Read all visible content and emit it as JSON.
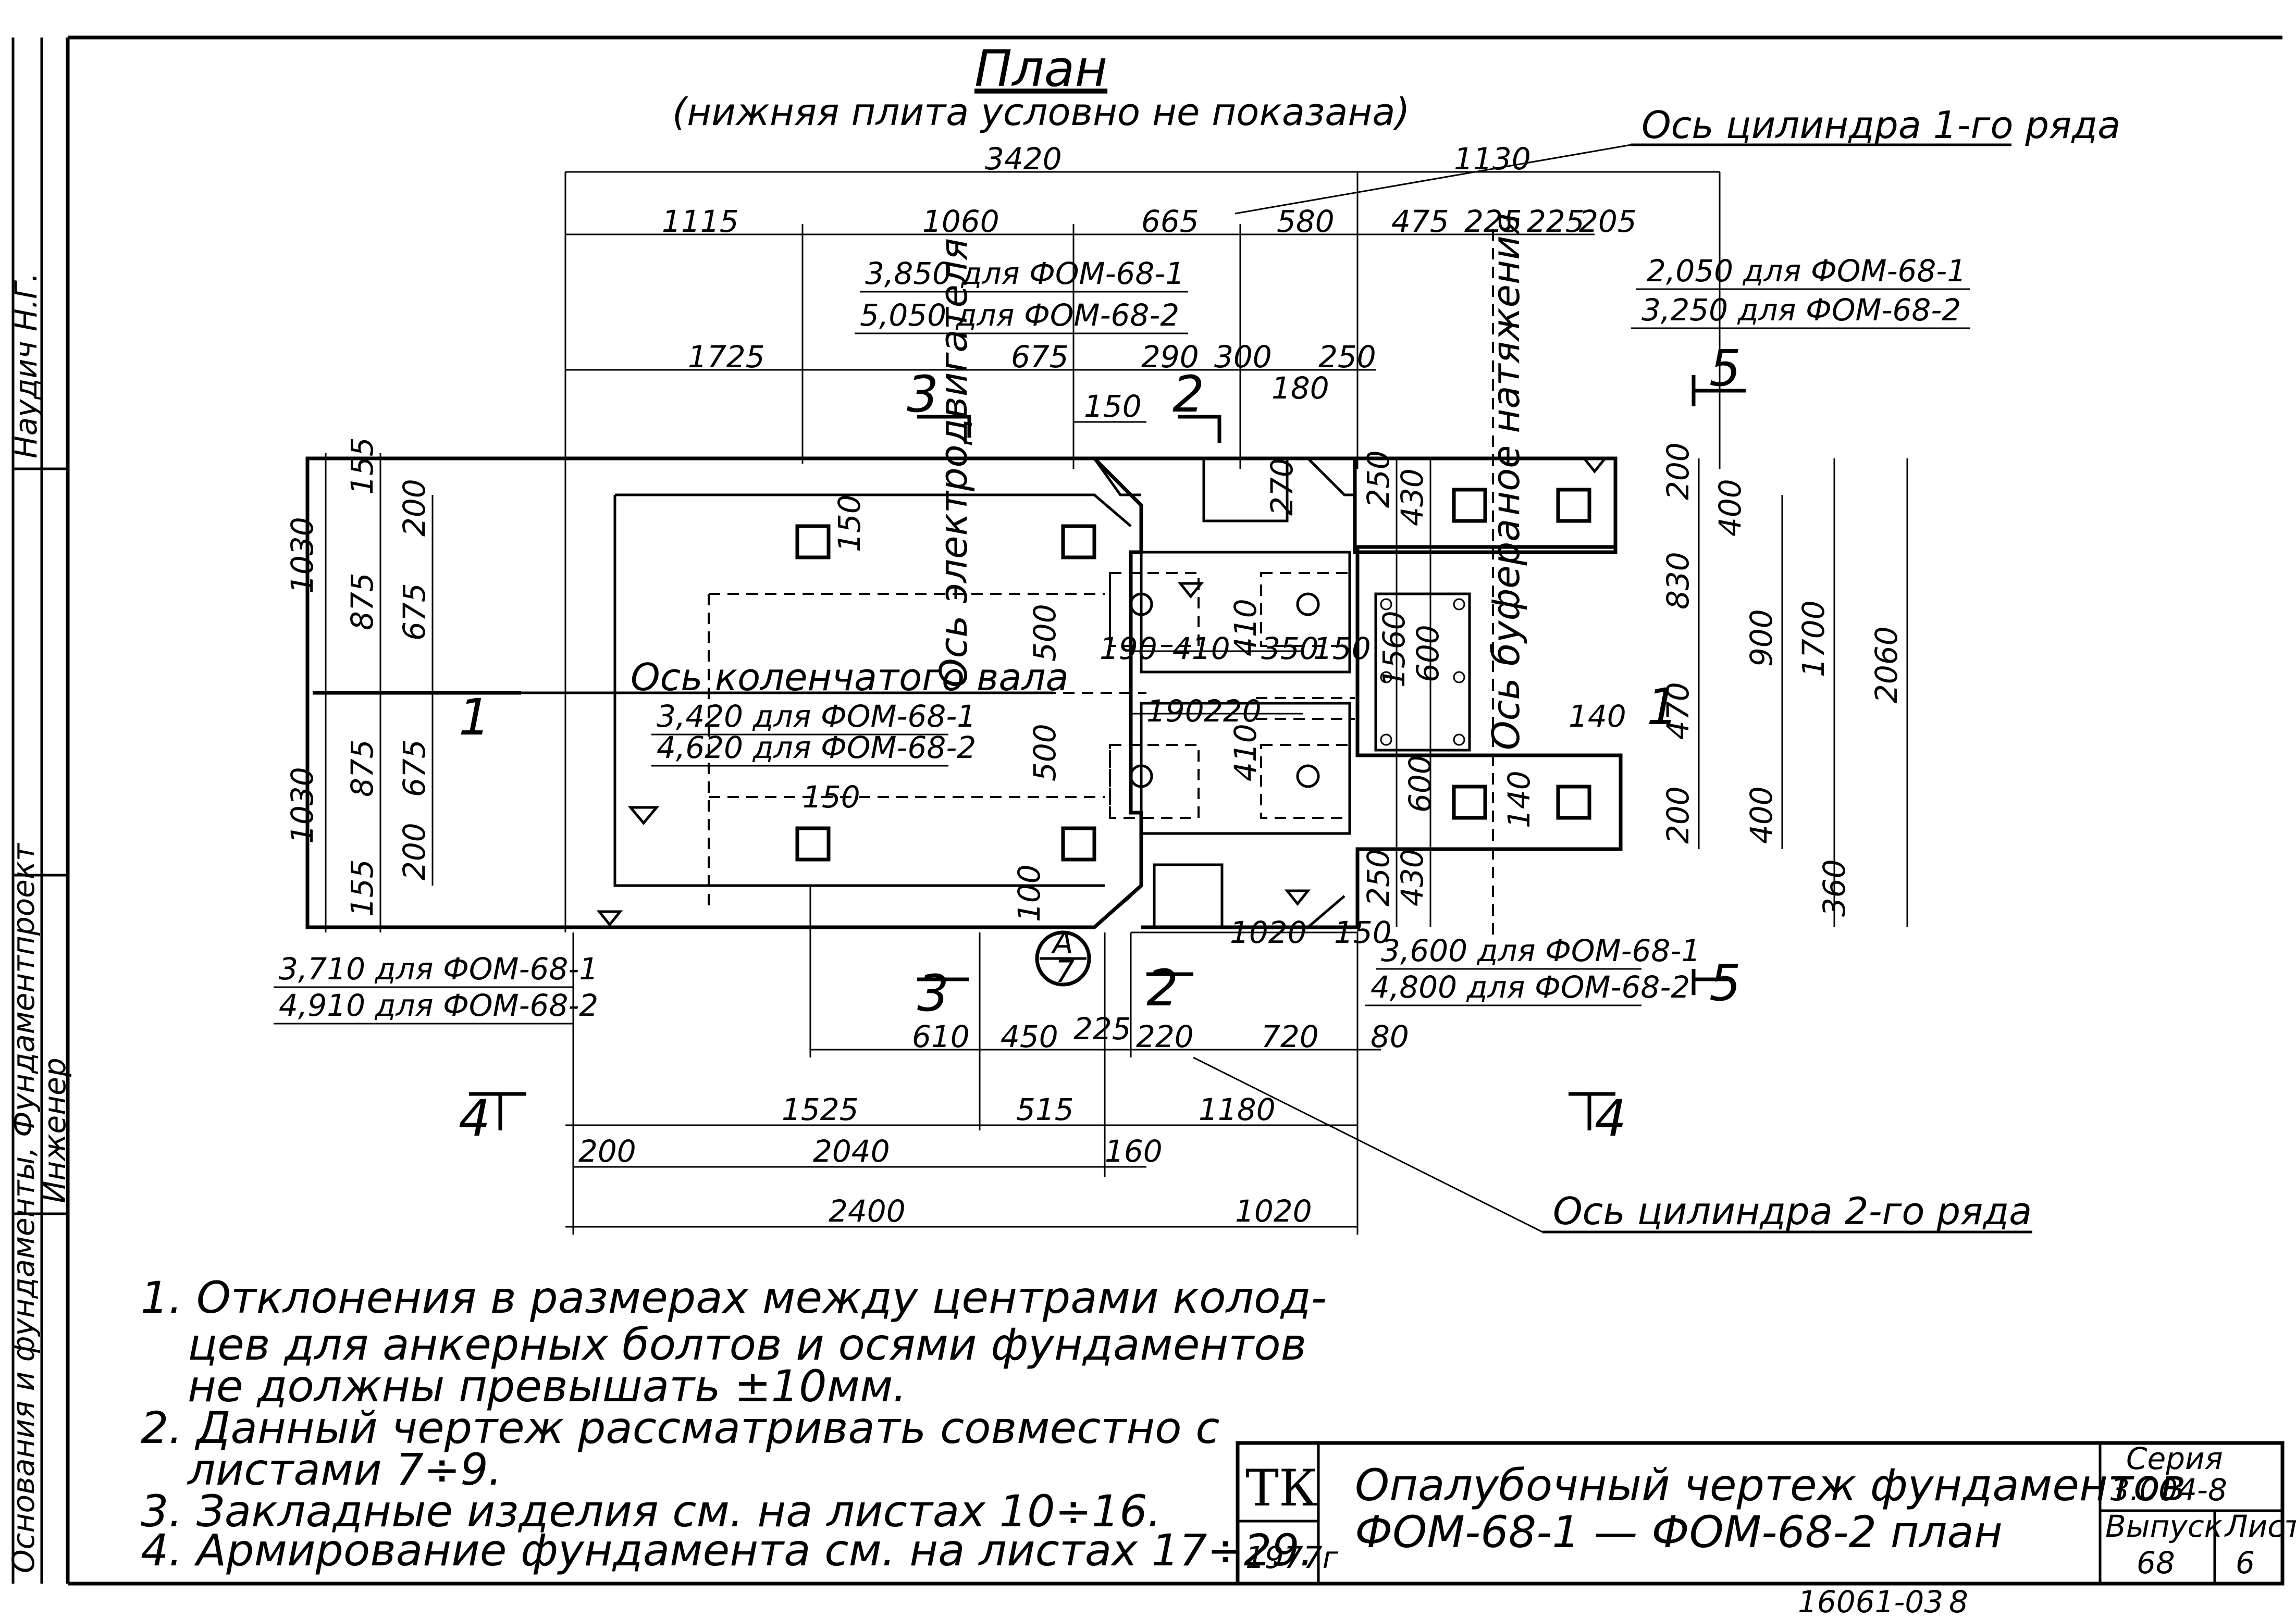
{
  "plan": {
    "title": "План",
    "subtitle": "(нижняя плита условно не показана)"
  },
  "axes": {
    "cyl1": "Ось цилиндра 1-го ряда",
    "cyl2": "Ось цилиндра 2-го ряда",
    "crank": "Ось коленчатого вала",
    "motor": "Ось электродвигателя",
    "buffer": "Ось буфера",
    "tension": "ное натяжения"
  },
  "elevations": {
    "top1a": "3,850 для ФОМ-68-1",
    "top1b": "5,050 для ФОМ-68-2",
    "top2a": "2,050 для ФОМ-68-1",
    "top2b": "3,250 для ФОМ-68-2",
    "crank_a": "3,420 для ФОМ-68-1",
    "crank_b": "4,620 для ФОМ-68-2",
    "bl_a": "3,710 для ФОМ-68-1",
    "bl_b": "4,910 для ФОМ-68-2",
    "br_a": "3,600 для ФОМ-68-1",
    "br_b": "4,800 для ФОМ-68-2"
  },
  "dims": {
    "top_total": "3420",
    "top_right": "1130",
    "top_row": [
      "1115",
      "1060",
      "665",
      "580",
      "475",
      "225",
      "225",
      "205"
    ],
    "mid_row": [
      "1725",
      "675",
      "290",
      "300",
      "250"
    ],
    "d150_top": "150",
    "d180": "180",
    "d270": "270",
    "left_outer": [
      "1030",
      "1030"
    ],
    "left_mid": [
      "155",
      "875",
      "875",
      "155"
    ],
    "left_inner": [
      "200",
      "675",
      "675",
      "200"
    ],
    "inner": [
      "500",
      "500",
      "190",
      "410",
      "410",
      "350",
      "150",
      "1560",
      "600",
      "190",
      "220",
      "410",
      "150",
      "150",
      "100",
      "1020",
      "150"
    ],
    "right_block": [
      "250",
      "430",
      "200",
      "400",
      "830",
      "900",
      "1700",
      "2060",
      "470",
      "140",
      "600",
      "140",
      "200",
      "400",
      "250",
      "430",
      "360"
    ],
    "bottom_row1": [
      "610",
      "450",
      "225",
      "220",
      "720",
      "80"
    ],
    "bottom_row2": [
      "1525",
      "515",
      "1180"
    ],
    "bottom_row3": [
      "200",
      "2040",
      "160"
    ],
    "bottom_row4": [
      "2400",
      "1020"
    ]
  },
  "sections": {
    "s1": "1",
    "s2": "2",
    "s3": "3",
    "s4": "4",
    "s5": "5",
    "node_top": "А",
    "node_bottom": "7"
  },
  "notes": [
    "1. Отклонения в размерах между центрами колод-",
    "цев для анкерных болтов и осями фундаментов",
    "не должны превышать ±10мм.",
    "2. Данный чертеж рассматривать совместно с",
    "листами 7÷9.",
    "3. Закладные изделия см. на листах 10÷16.",
    "4. Армирование фундамента см. на листах 17÷29."
  ],
  "titleblock": {
    "logo": "ТК",
    "year": "1977г",
    "title_line1": "Опалубочный чертеж фундаментов",
    "title_line2": "ФОМ-68-1 — ФОМ-68-2 план",
    "series_label": "Серия",
    "series_value": "3.004-8",
    "issue_label": "Выпуск",
    "issue_value": "68",
    "sheet_label": "Лист",
    "sheet_value": "6"
  },
  "side_stamp": {
    "org": "Основания и фундаменты, Фундаментпроект",
    "role": "Инженер",
    "name": "Наудич Н.Г."
  },
  "footer": {
    "code": "16061-03",
    "page": "8"
  }
}
